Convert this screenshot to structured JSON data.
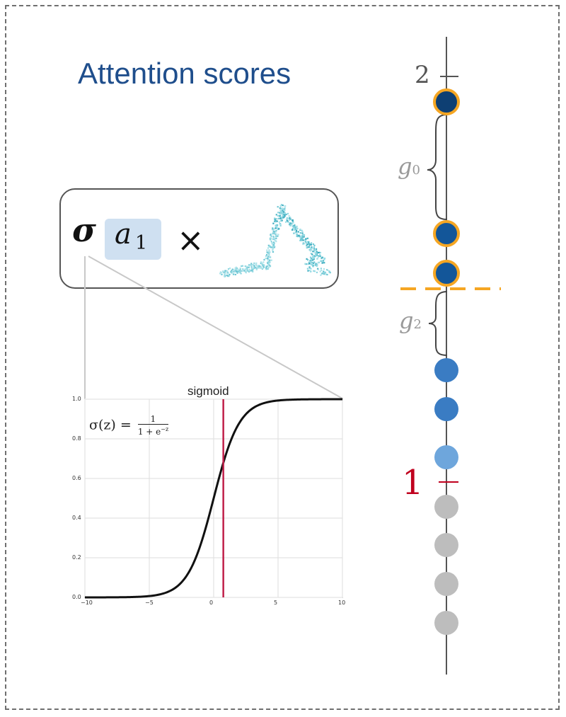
{
  "title": "Attention scores",
  "formula": {
    "sigma": "σ",
    "variable": "a",
    "subscript": "1",
    "operator": "×"
  },
  "sigmoid_plot": {
    "title": "sigmoid",
    "formula_lhs": "σ(z) =",
    "formula_num": "1",
    "formula_den": "1 + e",
    "formula_exp": "−z",
    "x_ticks": [
      "−10",
      "−5",
      "0",
      "5",
      "10"
    ],
    "y_ticks": [
      "0.0",
      "0.2",
      "0.4",
      "0.6",
      "0.8",
      "1.0"
    ],
    "xlim": [
      -10,
      10
    ],
    "ylim": [
      0,
      1
    ],
    "marker_x": 0.75,
    "curve_color": "#111111",
    "marker_color": "#c0204a"
  },
  "score_axis": {
    "top_tick_label": "2",
    "bottom_tick_label": "1",
    "gaps": [
      {
        "var": "g",
        "sub": "0"
      },
      {
        "var": "g",
        "sub": "2"
      }
    ],
    "points": [
      {
        "color": "#0e3f73",
        "highlight": true
      },
      {
        "color": "#135699",
        "highlight": true
      },
      {
        "color": "#135699",
        "highlight": true
      },
      {
        "color": "#3a7cc3",
        "highlight": false
      },
      {
        "color": "#3a7cc3",
        "highlight": false
      },
      {
        "color": "#6ea6dc",
        "highlight": false
      },
      {
        "color": "#bdbdbd",
        "highlight": false
      },
      {
        "color": "#bdbdbd",
        "highlight": false
      },
      {
        "color": "#bdbdbd",
        "highlight": false
      },
      {
        "color": "#bdbdbd",
        "highlight": false
      }
    ],
    "highlight_color": "#f5a623",
    "threshold_color": "#f5a623"
  }
}
